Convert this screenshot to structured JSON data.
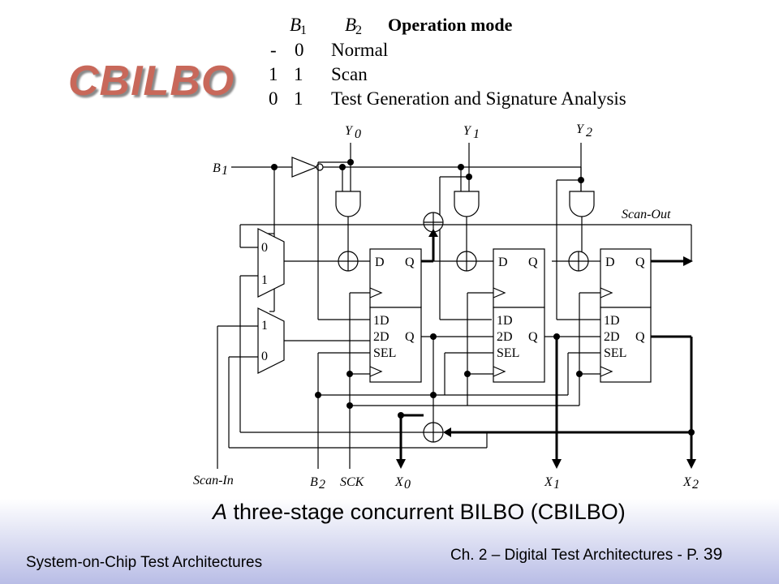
{
  "slide": {
    "title": "CBILBO",
    "caption_prefix": "A",
    "caption_rest": " three-stage concurrent BILBO (CBILBO)",
    "footer_left": "System-on-Chip Test Architectures",
    "footer_right": "Ch. 2 – Digital Test Architectures - P.",
    "page_number": "39",
    "title_color": "#c8685a"
  },
  "mode_table": {
    "headers": {
      "b1": "B",
      "b1_sub": "1",
      "b2": "B",
      "b2_sub": "2",
      "mode": "Operation mode"
    },
    "rows": [
      {
        "b1": "-",
        "b2": "0",
        "mode": "Normal"
      },
      {
        "b1": "1",
        "b2": "1",
        "mode": "Scan"
      },
      {
        "b1": "0",
        "b2": "1",
        "mode": "Test Generation and Signature Analysis"
      }
    ]
  },
  "circuit": {
    "inputs": {
      "y0": "Y",
      "y0_sub": "0",
      "y1": "Y",
      "y1_sub": "1",
      "y2": "Y",
      "y2_sub": "2",
      "b1": "B",
      "b1_sub": "1"
    },
    "bottom_labels": {
      "scan_in": "Scan-In",
      "b2": "B",
      "b2_sub": "2",
      "sck": "SCK",
      "x0": "X",
      "x0_sub": "0",
      "x1": "X",
      "x1_sub": "1",
      "x2": "X",
      "x2_sub": "2"
    },
    "scan_out": "Scan-Out",
    "mux_top": {
      "in0": "0",
      "in1": "1"
    },
    "mux_bottom": {
      "in1": "1",
      "in0": "0"
    },
    "flipflop_top": {
      "d": "D",
      "q": "Q"
    },
    "flipflop_bottom": {
      "d1": "1D",
      "d2": "2D",
      "sel": "SEL",
      "q": "Q"
    }
  }
}
